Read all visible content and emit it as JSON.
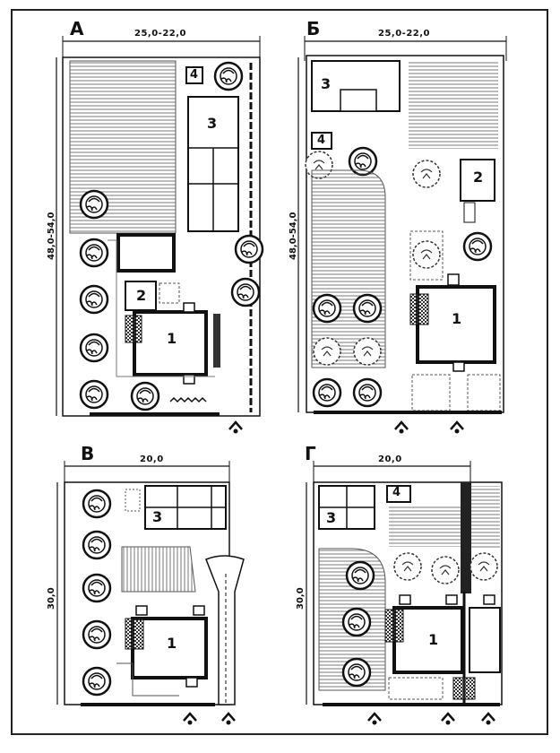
{
  "plans": [
    {
      "letter": "А",
      "width": "25,0-22,0",
      "depth": "48,0-54,0",
      "labels": [
        "1",
        "2",
        "3",
        "4"
      ]
    },
    {
      "letter": "Б",
      "width": "25,0-22,0",
      "depth": "48,0-54,0",
      "labels": [
        "1",
        "2",
        "3",
        "4"
      ]
    },
    {
      "letter": "В",
      "width": "20,0",
      "depth": "30,0",
      "labels": [
        "1",
        "3"
      ]
    },
    {
      "letter": "Г",
      "width": "20,0",
      "depth": "30,0",
      "labels": [
        "1",
        "3",
        "4"
      ]
    }
  ]
}
